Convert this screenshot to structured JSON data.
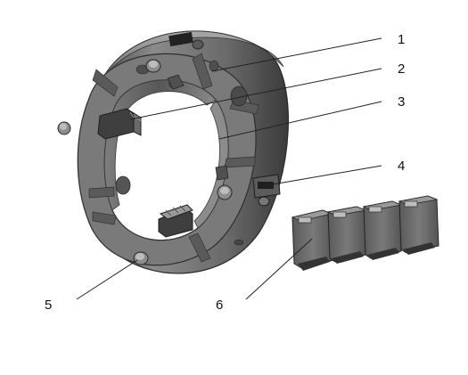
{
  "callouts": [
    {
      "id": "1",
      "label": "1"
    },
    {
      "id": "2",
      "label": "2"
    },
    {
      "id": "3",
      "label": "3"
    },
    {
      "id": "4",
      "label": "4"
    },
    {
      "id": "5",
      "label": "5"
    },
    {
      "id": "6",
      "label": "6"
    }
  ],
  "colors": {
    "metal_dark": "#4a4a4a",
    "metal_mid": "#6e6e6e",
    "metal_light": "#9a9a9a",
    "metal_highlight": "#c4c4c4",
    "background": "#ffffff",
    "leader_line": "#222222"
  }
}
